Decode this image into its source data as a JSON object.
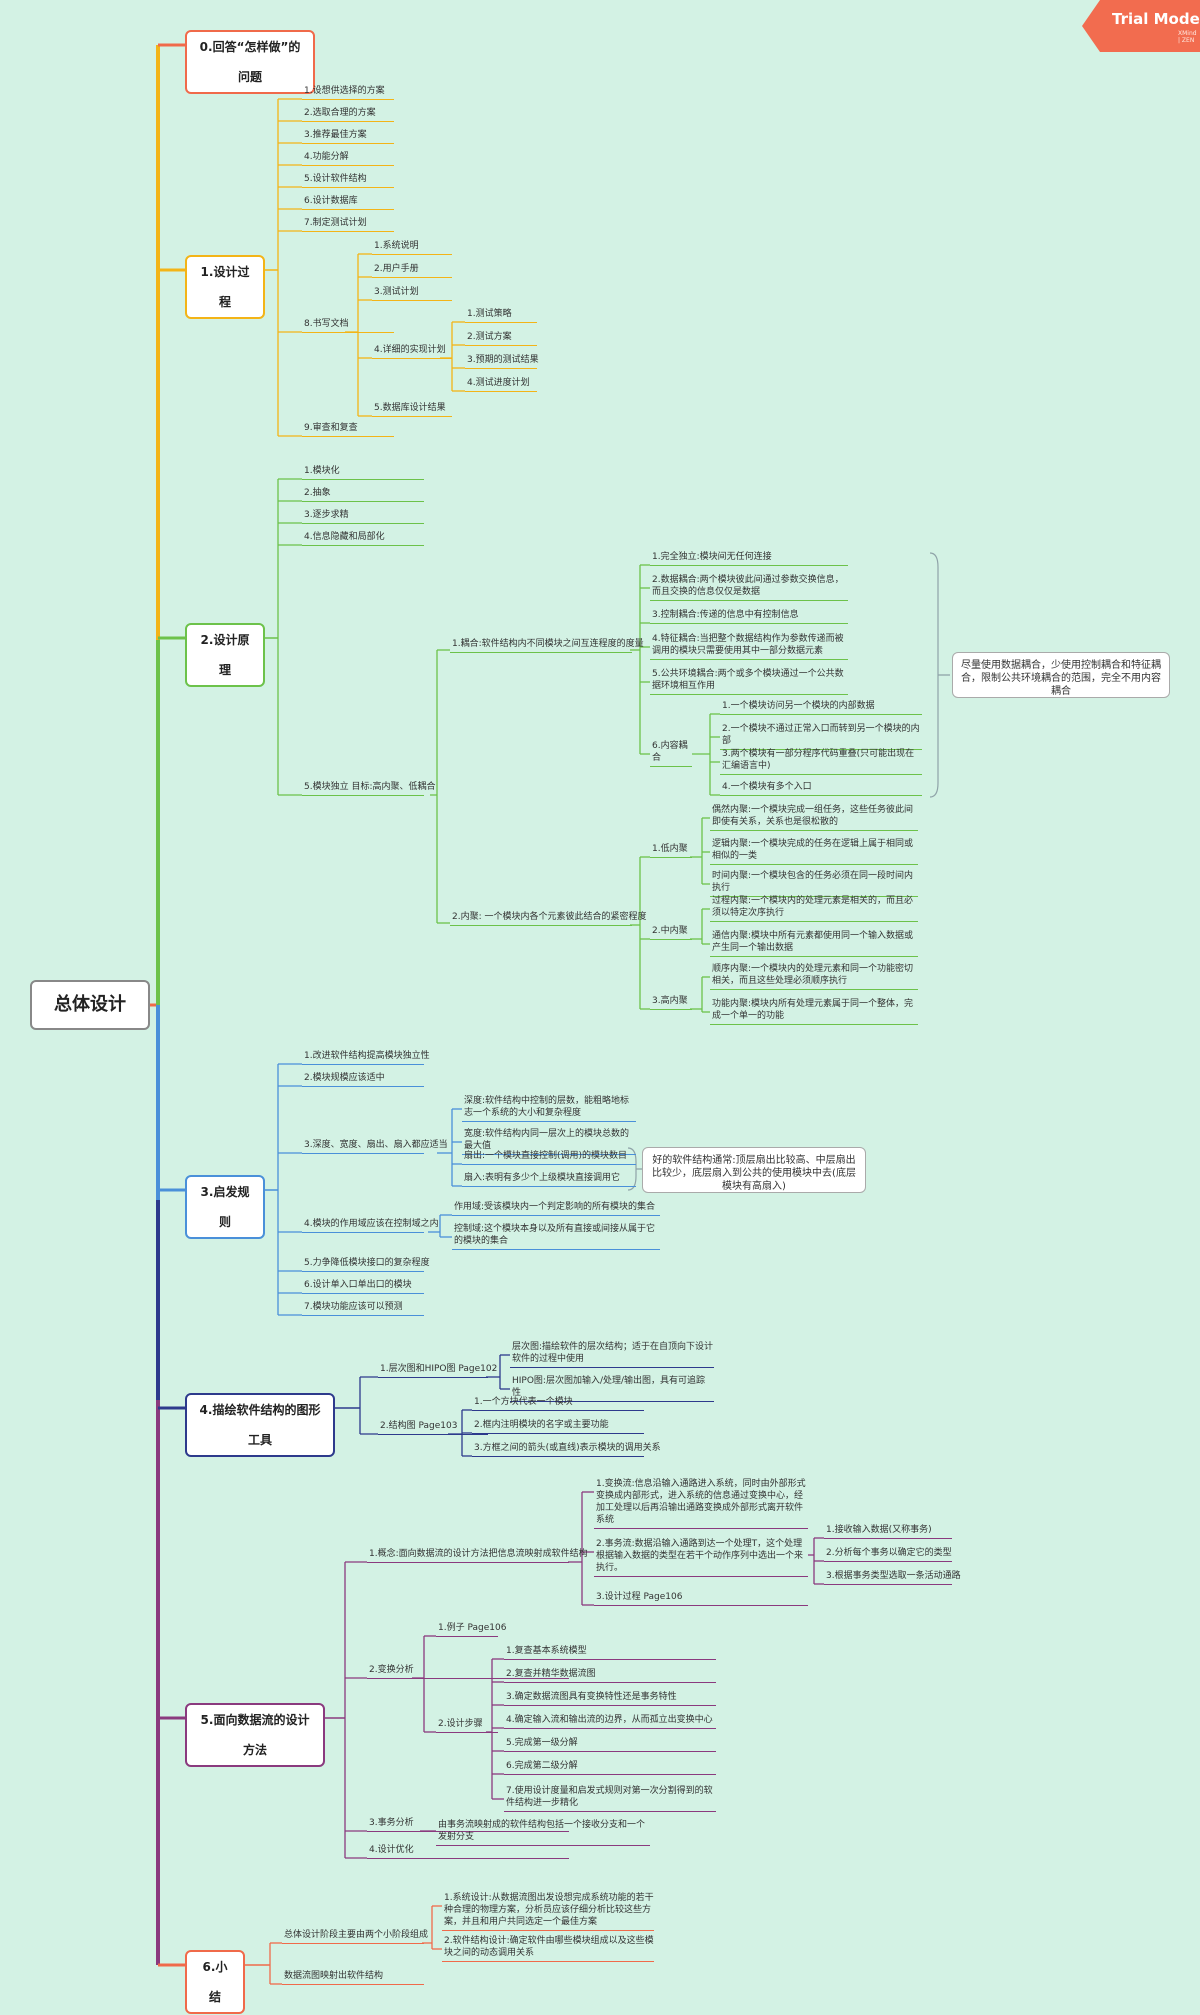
{
  "watermark": {
    "title": "Trial Mode",
    "sub": "XMind | ZEN"
  },
  "root": "总体设计",
  "s0": {
    "label": "0.回答“怎样做”的问题"
  },
  "s1": {
    "label": "1.设计过程",
    "items": [
      "1.设想供选择的方案",
      "2.选取合理的方案",
      "3.推荐最佳方案",
      "4.功能分解",
      "5.设计软件结构",
      "6.设计数据库",
      "7.制定测试计划",
      "8.书写文档",
      "9.审查和复查"
    ],
    "doc": [
      "1.系统说明",
      "2.用户手册",
      "3.测试计划",
      "4.详细的实现计划",
      "5.数据库设计结果"
    ],
    "impl": [
      "1.测试策略",
      "2.测试方案",
      "3.预期的测试结果",
      "4.测试进度计划"
    ]
  },
  "s2": {
    "label": "2.设计原理",
    "items": [
      "1.模块化",
      "2.抽象",
      "3.逐步求精",
      "4.信息隐藏和局部化",
      "5.模块独立 目标:高内聚、低耦合"
    ],
    "coupling": "1.耦合:软件结构内不同模块之间互连程度的度量",
    "cohesion": "2.内聚: 一个模块内各个元素彼此结合的紧密程度",
    "c_items": [
      "1.完全独立:模块间无任何连接",
      "2.数据耦合:两个模块彼此间通过参数交换信息，而且交换的信息仅仅是数据",
      "3.控制耦合:传递的信息中有控制信息",
      "4.特征耦合:当把整个数据结构作为参数传递而被调用的模块只需要使用其中一部分数据元素",
      "5.公共环境耦合:两个或多个模块通过一个公共数据环境相互作用",
      "6.内容耦合"
    ],
    "content": [
      "1.一个模块访问另一个模块的内部数据",
      "2.一个模块不通过正常入口而转到另一个模块的内部",
      "3.两个模块有一部分程序代码重叠(只可能出现在汇编语言中)",
      "4.一个模块有多个入口"
    ],
    "coupling_note": "尽量使用数据耦合，少使用控制耦合和特征耦合，限制公共环境耦合的范围，完全不用内容耦合",
    "h": [
      "1.低内聚",
      "2.中内聚",
      "3.高内聚"
    ],
    "low": [
      "偶然内聚:一个模块完成一组任务，这些任务彼此间即使有关系，关系也是很松散的",
      "逻辑内聚:一个模块完成的任务在逻辑上属于相同或相似的一类",
      "时间内聚:一个模块包含的任务必须在同一段时间内执行"
    ],
    "mid": [
      "过程内聚:一个模块内的处理元素是相关的，而且必须以特定次序执行",
      "通信内聚:模块中所有元素都使用同一个输入数据或产生同一个输出数据"
    ],
    "high": [
      "顺序内聚:一个模块内的处理元素和同一个功能密切相关，而且这些处理必须顺序执行",
      "功能内聚:模块内所有处理元素属于同一个整体，完成一个单一的功能"
    ]
  },
  "s3": {
    "label": "3.启发规则",
    "items": [
      "1.改进软件结构提高模块独立性",
      "2.模块规模应该适中",
      "3.深度、宽度、扇出、扇入都应适当",
      "4.模块的作用域应该在控制域之内",
      "5.力争降低模块接口的复杂程度",
      "6.设计单入口单出口的模块",
      "7.模块功能应该可以预测"
    ],
    "dw": [
      "深度:软件结构中控制的层数，能粗略地标志一个系统的大小和复杂程度",
      "宽度:软件结构内同一层次上的模块总数的最大值",
      "扇出:一个模块直接控制(调用)的模块数目",
      "扇入:表明有多少个上级模块直接调用它"
    ],
    "dw_note": "好的软件结构通常:顶层扇出比较高、中层扇出比较少，底层扇入到公共的使用模块中去(底层模块有高扇入)",
    "scope": [
      "作用域:受该模块内一个判定影响的所有模块的集合",
      "控制域:这个模块本身以及所有直接或间接从属于它的模块的集合"
    ]
  },
  "s4": {
    "label": "4.描绘软件结构的图形工具",
    "items": [
      "1.层次图和HIPO图 Page102",
      "2.结构图 Page103"
    ],
    "hipo": [
      "层次图:描绘软件的层次结构；适于在自顶向下设计软件的过程中使用",
      "HIPO图:层次图加输入/处理/输出图，具有可追踪性"
    ],
    "struct": [
      "1.一个方块代表一个模块",
      "2.框内注明模块的名字或主要功能",
      "3.方框之间的箭头(或直线)表示模块的调用关系"
    ]
  },
  "s5": {
    "label": "5.面向数据流的设计方法",
    "items": [
      "1.概念:面向数据流的设计方法把信息流映射成软件结构",
      "2.变换分析",
      "3.事务分析",
      "4.设计优化"
    ],
    "concept": [
      "1.变换流:信息沿输入通路进入系统，同时由外部形式变换成内部形式，进入系统的信息通过变换中心，经加工处理以后再沿输出通路变换成外部形式离开软件系统",
      "2.事务流:数据沿输入通路到达一个处理T，这个处理根据输入数据的类型在若干个动作序列中选出一个来执行。",
      "3.设计过程 Page106"
    ],
    "trans": [
      "1.接收输入数据(又称事务)",
      "2.分析每个事务以确定它的类型",
      "3.根据事务类型选取一条活动通路"
    ],
    "ta": [
      "1.例子 Page106",
      "2.设计步骤"
    ],
    "steps": [
      "1.复查基本系统模型",
      "2.复查并精华数据流图",
      "3.确定数据流图具有变换特性还是事务特性",
      "4.确定输入流和输出流的边界，从而孤立出变换中心",
      "5.完成第一级分解",
      "6.完成第二级分解",
      "7.使用设计度量和启发式规则对第一次分割得到的软件结构进一步精化"
    ],
    "txn": "由事务流映射成的软件结构包括一个接收分支和一个发射分支"
  },
  "s6": {
    "label": "6.小结",
    "items": [
      "总体设计阶段主要由两个小阶段组成",
      "数据流图映射出软件结构"
    ],
    "sub": [
      "1.系统设计:从数据流图出发设想完成系统功能的若干种合理的物理方案，分析员应该仔细分析比较这些方案，并且和用户共同选定一个最佳方案",
      "2.软件结构设计:确定软件由哪些模块组成以及这些模块之间的动态调用关系"
    ]
  },
  "colors": {
    "c0": "#f06a4a",
    "c1": "#f3b417",
    "c2": "#6cc24a",
    "c3": "#4a90d9",
    "c4": "#2d3a8c",
    "c5": "#8a3a7e",
    "c6": "#f06a4a"
  }
}
